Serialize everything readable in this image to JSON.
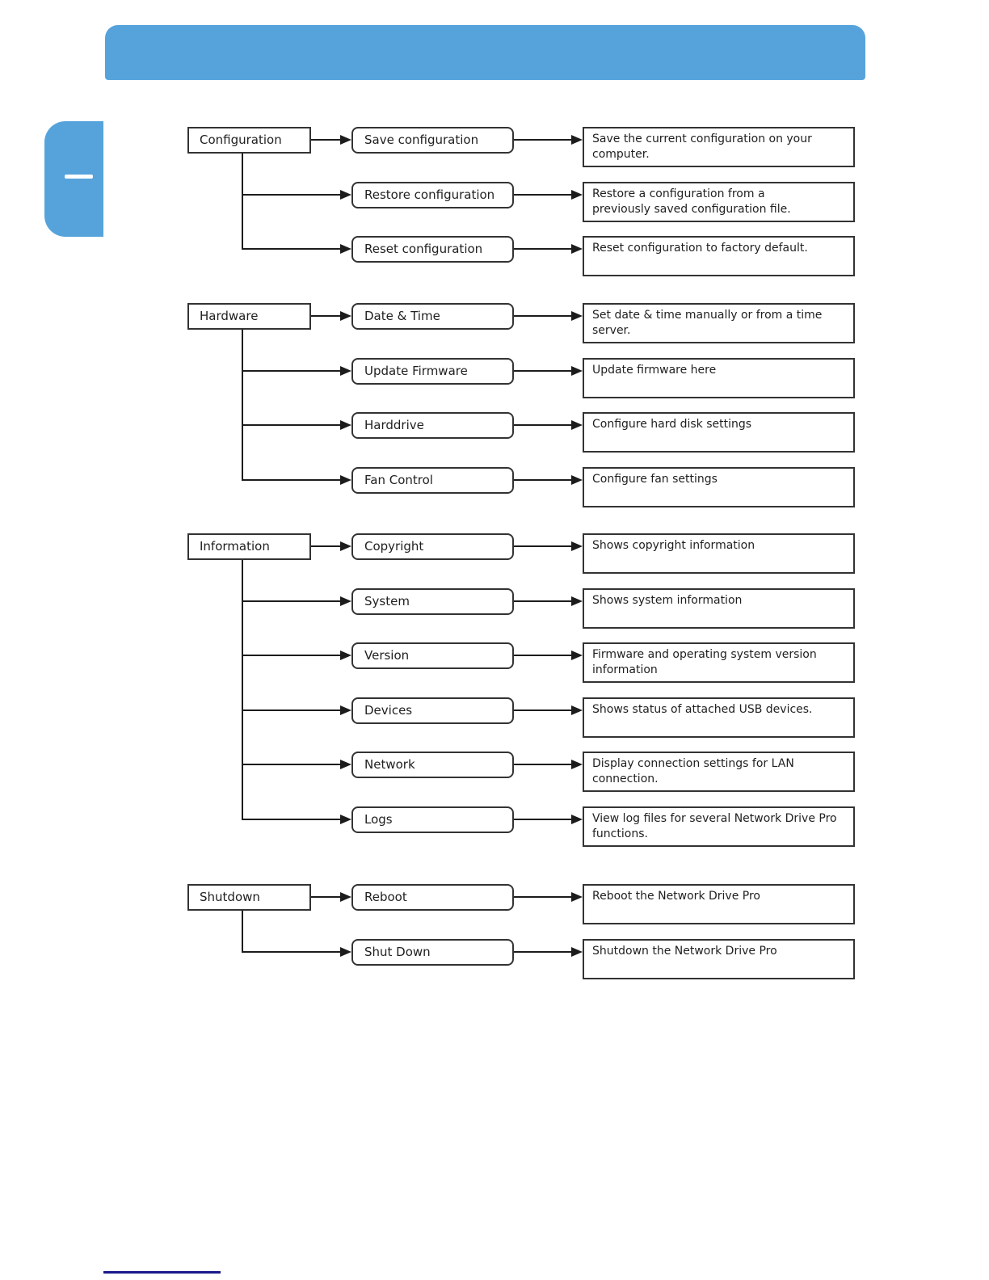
{
  "header": {
    "bar_color": "#56a3dc"
  },
  "side_tab": {
    "color": "#56a3dc"
  },
  "footer": {
    "divider_color": "#1a1a8c"
  },
  "diagram": {
    "sections": [
      {
        "root": "Configuration",
        "rows": [
          {
            "label": "Save configuration",
            "desc": "Save the current configuration on your\ncomputer."
          },
          {
            "label": "Restore configuration",
            "desc": "Restore a configuration from a\npreviously saved configuration file."
          },
          {
            "label": "Reset configuration",
            "desc": "Reset configuration to factory default."
          }
        ]
      },
      {
        "root": "Hardware",
        "rows": [
          {
            "label": "Date & Time",
            "desc": "Set date & time manually or from a time\nserver."
          },
          {
            "label": "Update Firmware",
            "desc": "Update firmware here"
          },
          {
            "label": "Harddrive",
            "desc": "Configure hard disk settings"
          },
          {
            "label": "Fan Control",
            "desc": "Configure fan settings"
          }
        ]
      },
      {
        "root": "Information",
        "rows": [
          {
            "label": "Copyright",
            "desc": "Shows copyright information"
          },
          {
            "label": "System",
            "desc": "Shows system information"
          },
          {
            "label": "Version",
            "desc": "Firmware and operating system version\ninformation"
          },
          {
            "label": "Devices",
            "desc": "Shows status of attached USB devices."
          },
          {
            "label": "Network",
            "desc": "Display connection settings for LAN\nconnection."
          },
          {
            "label": "Logs",
            "desc": "View log files for several Network Drive Pro\nfunctions."
          }
        ]
      },
      {
        "root": "Shutdown",
        "rows": [
          {
            "label": "Reboot",
            "desc": "Reboot the Network Drive Pro"
          },
          {
            "label": "Shut Down",
            "desc": "Shutdown the Network Drive Pro"
          }
        ]
      }
    ]
  }
}
